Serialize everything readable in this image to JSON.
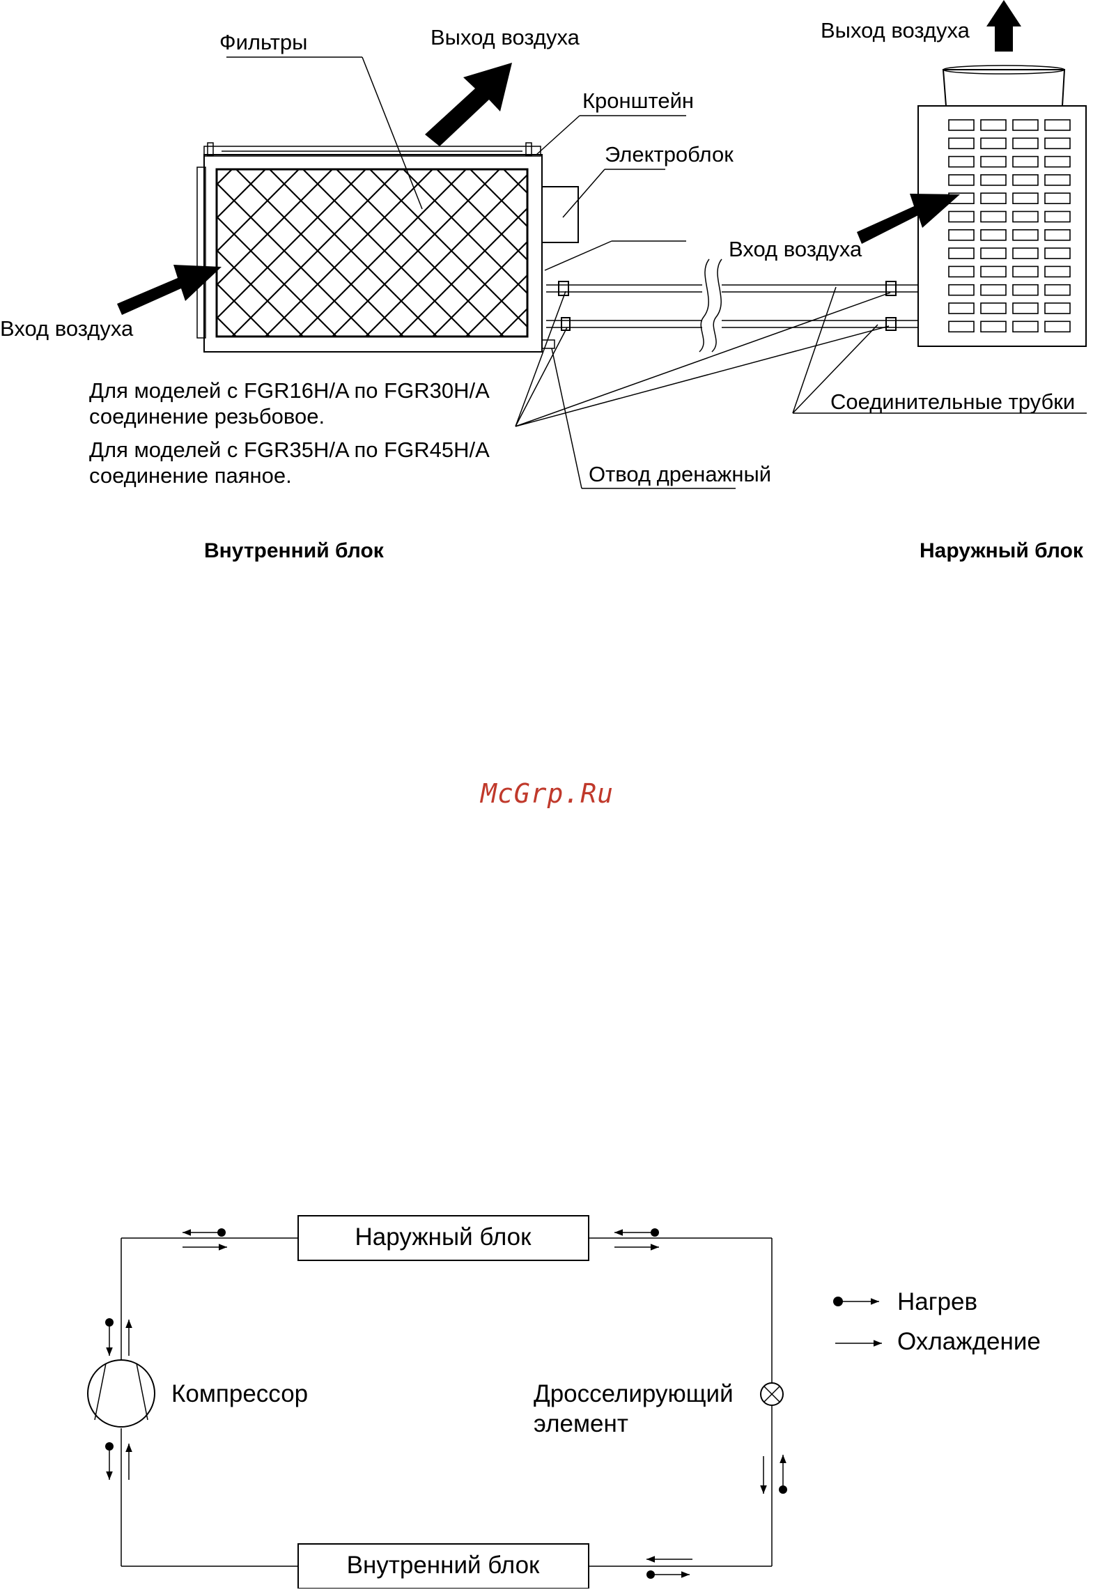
{
  "figure1": {
    "labels": {
      "filters": "Фильтры",
      "air_out_indoor": "Выход воздуха",
      "bracket": "Кронштейн",
      "electroblock": "Электроблок",
      "air_in_indoor": "Вход воздуха",
      "air_in_outdoor": "Вход воздуха",
      "air_out_outdoor": "Выход воздуха",
      "note_threaded_1": "Для моделей с FGR16H/A по FGR30H/A",
      "note_threaded_2": "соединение резьбовое.",
      "note_soldered_1": "Для моделей с FGR35H/A по FGR45H/A",
      "note_soldered_2": "соединение паяное.",
      "drain": "Отвод дренажный",
      "pipes": "Соединительные трубки"
    },
    "captions": {
      "indoor_unit": "Внутренний блок",
      "outdoor_unit": "Наружный блок"
    }
  },
  "watermark": "McGrp.Ru",
  "figure2": {
    "top_box": "Наружный блок",
    "bottom_box": "Внутренний блок",
    "compressor": "Компрессор",
    "throttle_1": "Дросселирующий",
    "throttle_2": "элемент",
    "legend": {
      "heating": "Нагрев",
      "cooling": "Охлаждение"
    }
  },
  "colors": {
    "line": "#000000",
    "watermark": "#c0392b"
  }
}
